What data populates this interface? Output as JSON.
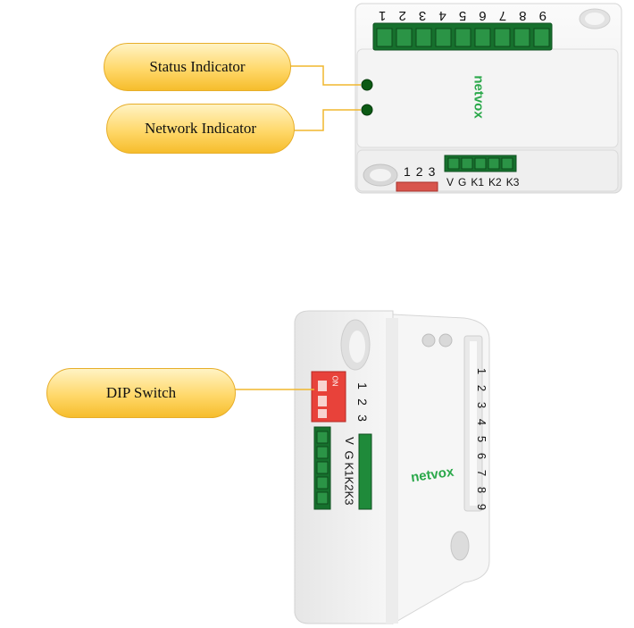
{
  "callouts": {
    "status": "Status Indicator",
    "network": "Network Indicator",
    "dip": "DIP Switch"
  },
  "top_device": {
    "brand": "netvox",
    "terminal_numbers": [
      "9",
      "8",
      "7",
      "6",
      "5",
      "4",
      "3",
      "2",
      "1"
    ],
    "dip_numbers": [
      "1",
      "2",
      "3"
    ],
    "bottom_terminals": [
      "V",
      "G",
      "K1",
      "K2",
      "K3"
    ]
  },
  "bottom_device": {
    "brand": "netvox",
    "dip_on": "ON",
    "dip_numbers": [
      "1",
      "2",
      "3"
    ],
    "terminals": [
      "V",
      "G",
      "K1",
      "K2",
      "K3"
    ],
    "side_numbers": [
      "1",
      "2",
      "3",
      "4",
      "5",
      "6",
      "7",
      "8",
      "9"
    ]
  },
  "colors": {
    "callout_fill": "#ffd86a",
    "leader_line": "#f0b72e",
    "led": "#0b5a14",
    "terminal_green": "#1f8a3a",
    "brand_green": "#2aa84a",
    "dip_red": "#e8423a"
  }
}
